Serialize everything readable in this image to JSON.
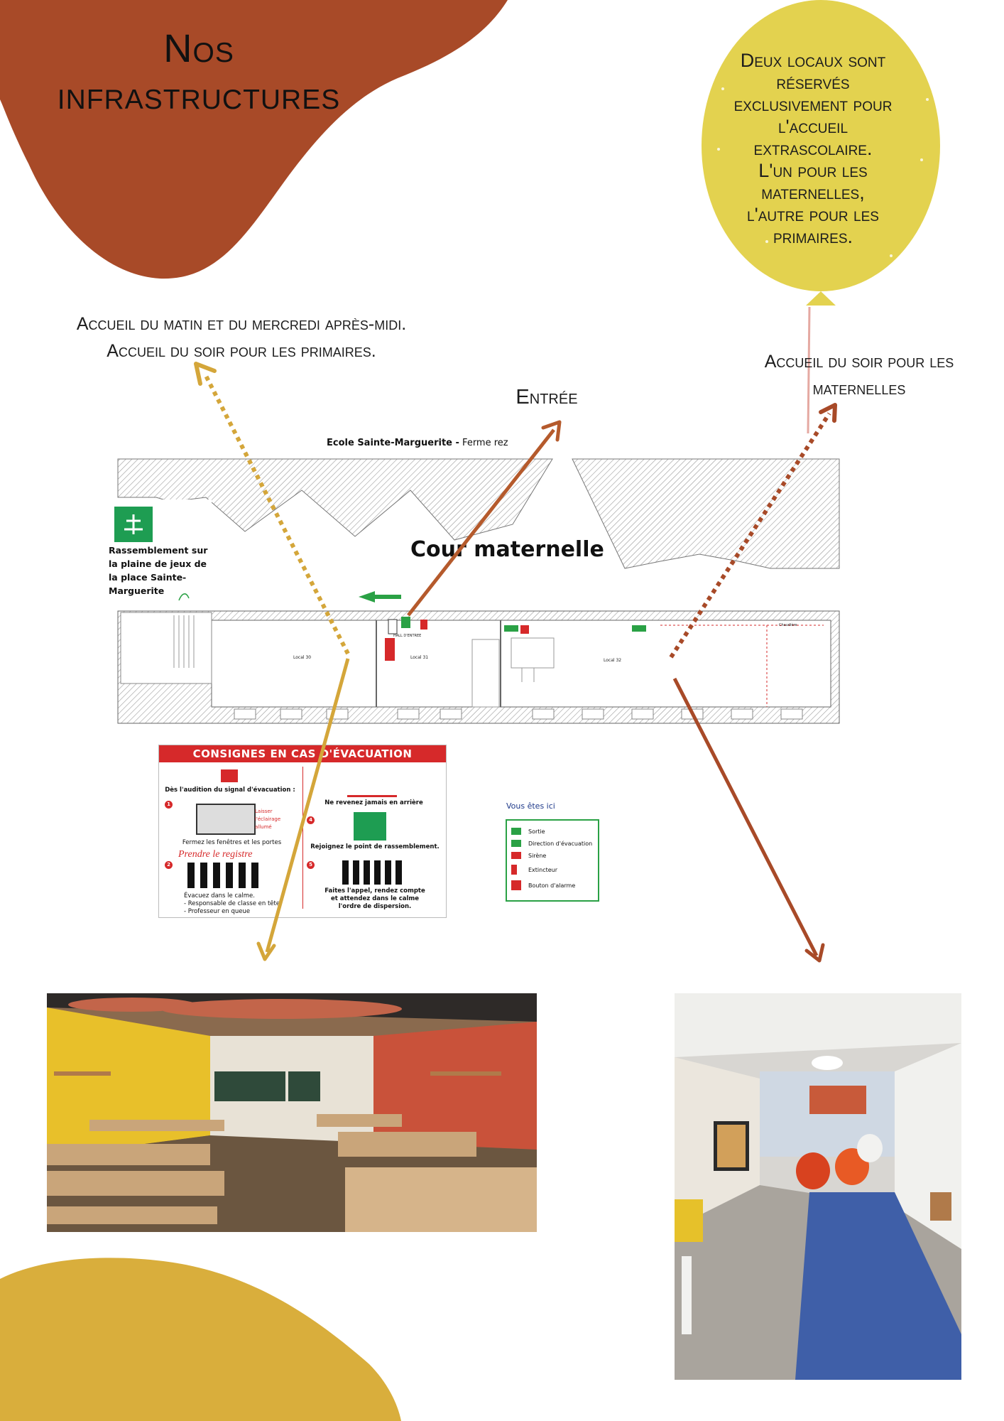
{
  "header": {
    "title_line1": "Nos",
    "title_line2": "infrastructures"
  },
  "balloon": {
    "lines": [
      "Deux locaux sont",
      "réservés",
      "exclusivement pour",
      "l'accueil",
      "extrascolaire.",
      "L'un pour les",
      "maternelles,",
      "l'autre pour les",
      "primaires."
    ]
  },
  "notes": {
    "left_line1": "Accueil du matin et du mercredi après-midi.",
    "left_line2": "Accueil du soir pour les primaires.",
    "right_line1": "Accueil du soir pour les",
    "right_line2": "maternelles",
    "entree": "Entrée"
  },
  "plan": {
    "title_bold": "Ecole Sainte-Marguerite -",
    "title_rest": " Ferme rez",
    "cour": "Cour maternelle",
    "rassemblement": "Rassemblement sur la plaine de jeux de la place Sainte-Marguerite",
    "hall": "HALL D'ENTREE",
    "local30": "Local 30",
    "local31": "Local 31",
    "local32": "Local 32",
    "chaudiere": "Chaudière"
  },
  "legend": {
    "vous": "Vous êtes ici",
    "items": [
      "Sortie",
      "Direction d'évacuation",
      "Sirène",
      "Extincteur",
      "Bouton d'alarme"
    ]
  },
  "consignes": {
    "header": "CONSIGNES EN CAS D'ÉVACUATION",
    "signal": "Dès l'audition du signal d'évacuation :",
    "laisser": "Laisser l'éclairage allumé",
    "fermez": "Fermez les fenêtres et les portes",
    "registre": "Prendre le registre",
    "evacuez": "Évacuez dans le calme.",
    "responsable": "- Responsable de classe en tête",
    "professeur": "- Professeur en queue",
    "revenez": "Ne revenez jamais en arrière",
    "rejoignez": "Rejoignez le point de rassemblement.",
    "appel": "Faites l'appel, rendez compte",
    "attendez": "et attendez dans le calme",
    "dispersion": "l'ordre de dispersion."
  },
  "colors": {
    "rust": "#a84a28",
    "yellow": "#e3d24f",
    "mustard": "#d9ae3c",
    "arrow_brown": "#b55a2c",
    "arrow_gold": "#d4a63a"
  }
}
